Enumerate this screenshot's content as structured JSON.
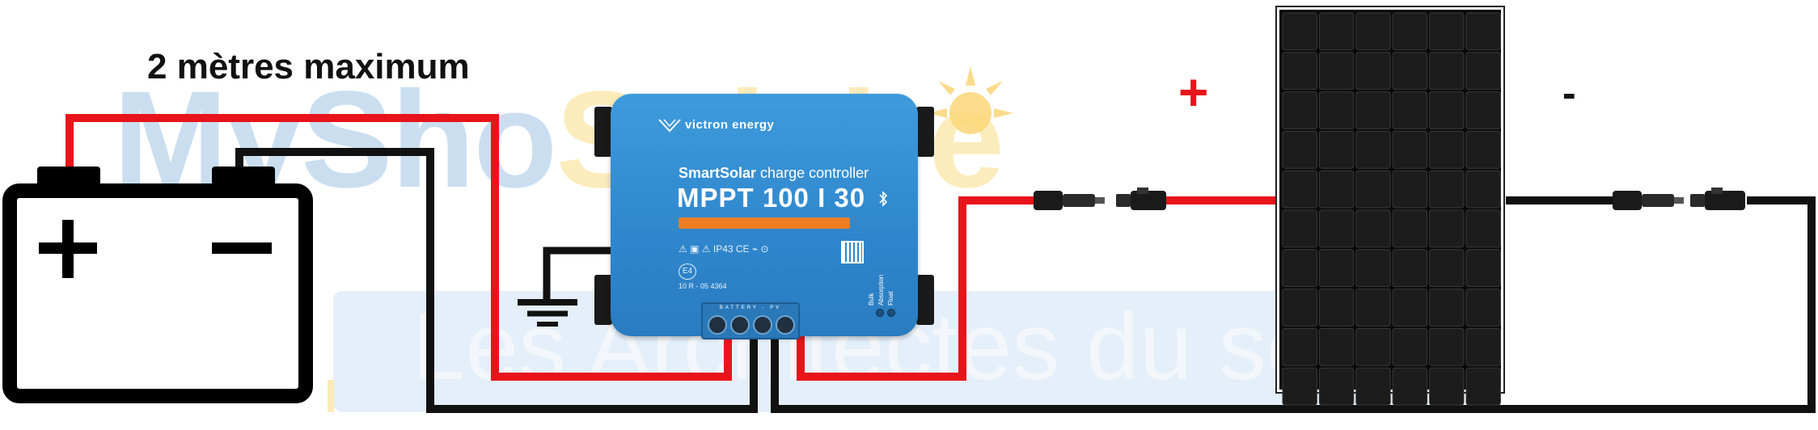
{
  "caption": "2 mètres maximum",
  "watermark": {
    "brand_part1": "MySho",
    "brand_part2": "Solaire",
    "tagline": "Les Architectes du solaire"
  },
  "polarity": {
    "plus": "+",
    "minus": "-"
  },
  "controller": {
    "brand": "victron energy",
    "model_prefix": "SmartSolar",
    "model_suffix": " charge controller",
    "mppt": "MPPT 100 I 30",
    "certs": "⚠ ▣ ⚠ IP43 CE ⌁ ⊙",
    "e_mark": "E4",
    "serial": "10 R - 05 4364",
    "side_labels": [
      "Bulk",
      "Absorption",
      "Float"
    ],
    "terminal_labels": "BATTERY ‑ PV"
  },
  "battery": {
    "plus_symbol": "+",
    "minus_symbol": "-"
  },
  "colors": {
    "positive_wire": "#e8141b",
    "negative_wire": "#111111",
    "controller_blue": "#2f86cc",
    "controller_bar": "#ee7d22",
    "watermark_blue": "#b9d4ec",
    "watermark_yellow": "#fbe6a6"
  },
  "icons": [
    "battery-icon",
    "ground-symbol-icon",
    "mc4-connector-icon",
    "solar-panel-icon",
    "bluetooth-icon",
    "victron-logo-icon",
    "sun-icon"
  ]
}
